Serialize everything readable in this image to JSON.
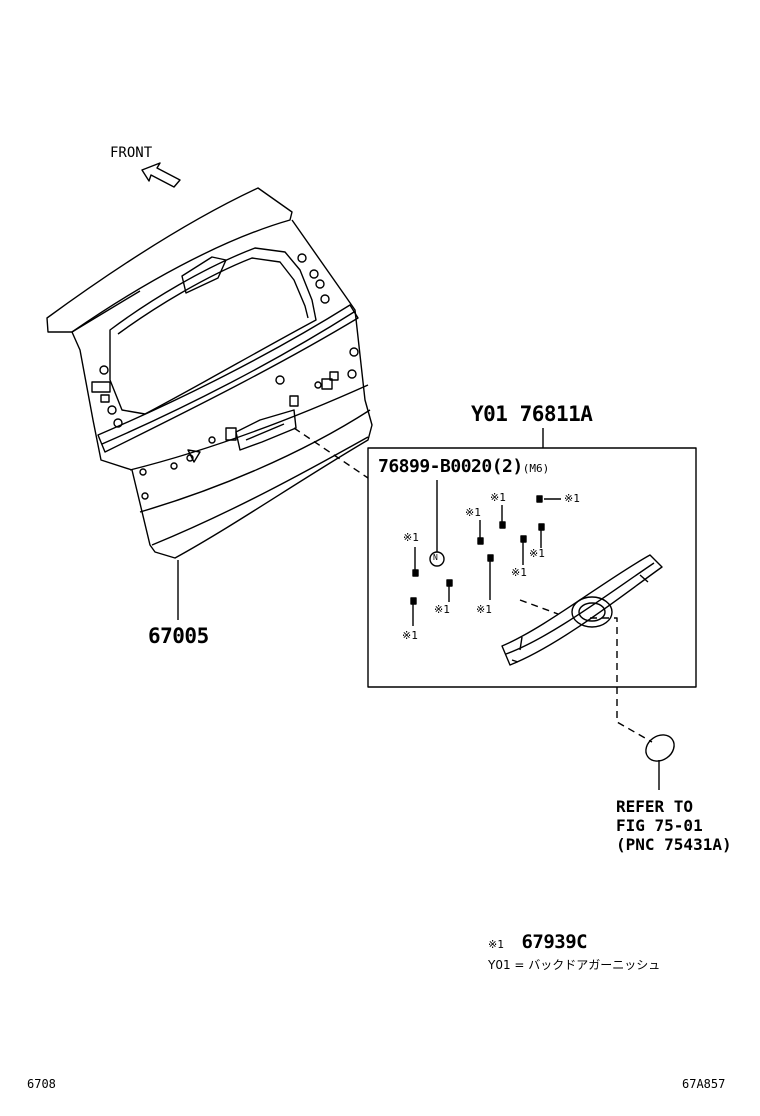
{
  "diagram": {
    "front_label": "FRONT",
    "part_back_door": "67005",
    "part_garnish": "Y01 76811A",
    "part_screw": "76899-B0020(2)",
    "screw_size": "(M6)",
    "callout_mark": "※1",
    "nut_mark": "N",
    "refer_lines": [
      "REFER TO",
      "FIG 75-01",
      "(PNC 75431A)"
    ],
    "note_mark": "※1",
    "note_part": "67939C",
    "note_line2": "Y01 = バックドアガーニッシュ",
    "footer_left": "6708",
    "footer_right": "67A857",
    "line_color": "#000000",
    "background_color": "#ffffff"
  }
}
